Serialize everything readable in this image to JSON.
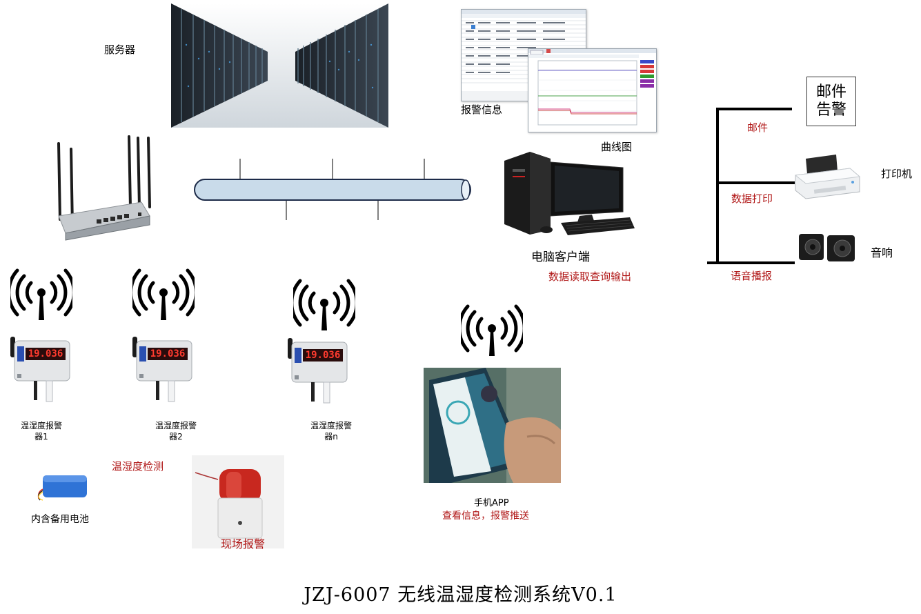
{
  "server": {
    "label": "服务器"
  },
  "alarm_info": {
    "label": "报警信息"
  },
  "curve": {
    "label": "曲线图"
  },
  "pc": {
    "label": "电脑客户端",
    "desc": "数据读取查询输出"
  },
  "right_panel": {
    "mail_box": {
      "line1": "邮件",
      "line2": "告警"
    },
    "mail_label": "邮件",
    "print_label": "数据打印",
    "printer_label": "打印机",
    "voice_label": "语音播报",
    "speaker_label": "音响"
  },
  "sensors": [
    {
      "line1": "温湿度报警",
      "line2": "器1",
      "display": "19.036"
    },
    {
      "line1": "温湿度报警",
      "line2": "器2",
      "display": "19.036"
    },
    {
      "line1": "温湿度报警",
      "line2": "器n",
      "display": "19.036"
    }
  ],
  "detection_label": "温湿度检测",
  "battery_label": "内含备用电池",
  "siren_label": "现场报警",
  "app": {
    "label": "手机APP",
    "desc": "查看信息，报警推送"
  },
  "title": "JZJ-6007 无线温湿度检测系统V0.1",
  "colors": {
    "red_text": "#b01616",
    "bus_fill": "#c9dbea",
    "display_digits": "#ff3b2f"
  }
}
